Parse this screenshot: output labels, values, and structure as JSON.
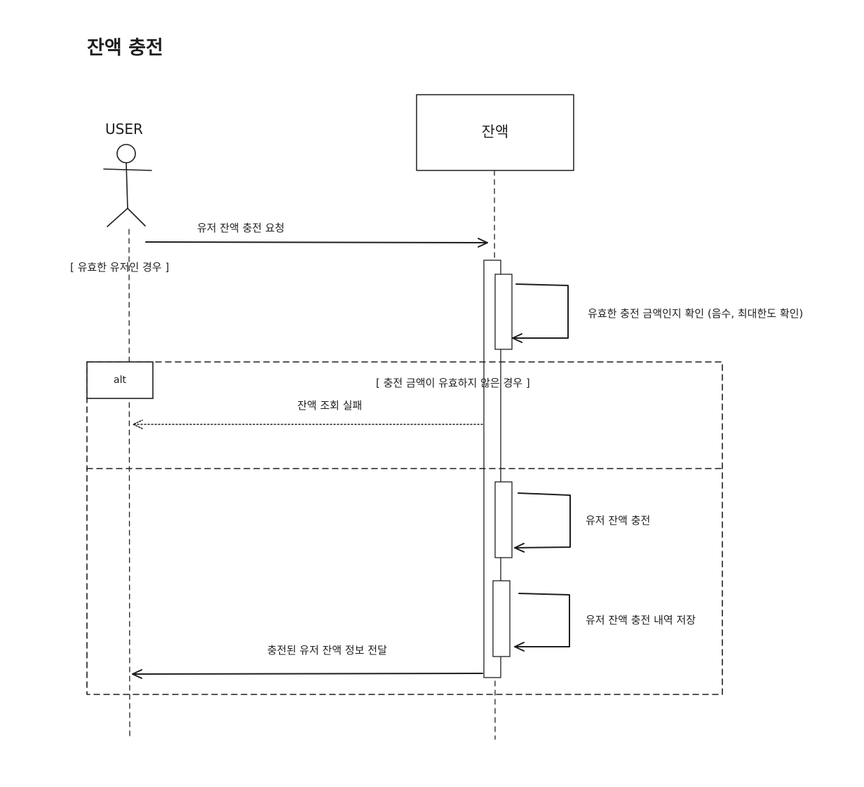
{
  "title": "잔액 충전",
  "actors": {
    "user": "USER",
    "balance": "잔액"
  },
  "guard": "[ 유효한 유저인 경우 ]",
  "messages": {
    "request": "유저 잔액 충전 요청",
    "self_validate": "유효한 충전 금액인지 확인 (음수, 최대한도 확인)",
    "alt_fail_response": "잔액 조회 실패",
    "self_charge": "유저 잔액 충전",
    "self_save": "유저 잔액 충전 내역 저장",
    "return_info": "충전된 유저 잔액 정보 전달"
  },
  "alt": {
    "label": "alt",
    "condition": "[ 충전 금액이 유효하지 않은 경우 ]"
  },
  "colors": {
    "ink": "#1e1e1e",
    "background": "#ffffff"
  }
}
